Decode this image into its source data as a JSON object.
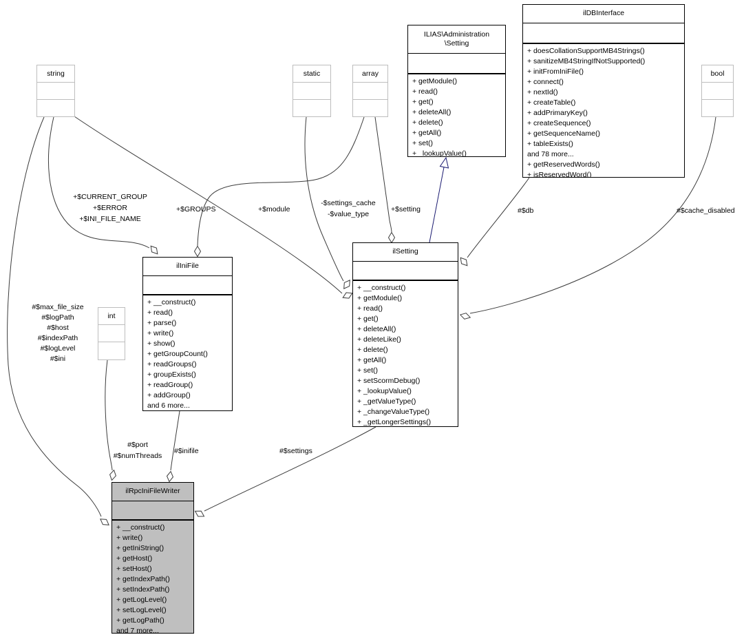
{
  "diagram": {
    "background": "#ffffff",
    "edge_color": "#3b3b3b",
    "inheritance_color": "#191970",
    "highlight_fill": "#bfbfbf",
    "primitive_border": "#bdbdbd"
  },
  "classes": {
    "admin_setting": {
      "name": "ILIAS\\Administration\n\\Setting",
      "methods": [
        "+ getModule()",
        "+ read()",
        "+ get()",
        "+ deleteAll()",
        "+ delete()",
        "+ getAll()",
        "+ set()",
        "+ _lookupValue()"
      ]
    },
    "ildbinterface": {
      "name": "ilDBInterface",
      "methods": [
        "+ doesCollationSupportMB4Strings()",
        "+ sanitizeMB4StringIfNotSupported()",
        "+ initFromIniFile()",
        "+ connect()",
        "+ nextId()",
        "+ createTable()",
        "+ addPrimaryKey()",
        "+ createSequence()",
        "+ getSequenceName()",
        "+ tableExists()",
        "and 78 more...",
        "+ getReservedWords()",
        "+ isReservedWord()"
      ]
    },
    "ilinifile": {
      "name": "ilIniFile",
      "methods": [
        "+ __construct()",
        "+ read()",
        "+ parse()",
        "+ write()",
        "+ show()",
        "+ getGroupCount()",
        "+ readGroups()",
        "+ groupExists()",
        "+ readGroup()",
        "+ addGroup()",
        "and 6 more..."
      ]
    },
    "ilsetting": {
      "name": "ilSetting",
      "methods": [
        "+ __construct()",
        "+ getModule()",
        "+ read()",
        "+ get()",
        "+ deleteAll()",
        "+ deleteLike()",
        "+ delete()",
        "+ getAll()",
        "+ set()",
        "+ setScormDebug()",
        "+ _lookupValue()",
        "+ _getValueType()",
        "+ _changeValueType()",
        "+ _getLongerSettings()"
      ]
    },
    "ilrpcinifilewriter": {
      "name": "ilRpcIniFileWriter",
      "methods": [
        "+ __construct()",
        "+ write()",
        "+ getIniString()",
        "+ getHost()",
        "+ setHost()",
        "+ getIndexPath()",
        "+ setIndexPath()",
        "+ getLogLevel()",
        "+ setLogLevel()",
        "+ getLogPath()",
        "and 7 more..."
      ]
    }
  },
  "types": {
    "string": "string",
    "static": "static",
    "array": "array",
    "bool": "bool",
    "int": "int"
  },
  "edge_labels": {
    "current_group": "+$CURRENT_GROUP\n+$ERROR\n+$INI_FILE_NAME",
    "groups": "+$GROUPS",
    "module": "+$module",
    "settings_cache": "-$settings_cache\n-$value_type",
    "setting": "+$setting",
    "db": "#$db",
    "cache_disabled": "#$cache_disabled",
    "writer_strings": "#$max_file_size\n#$logPath\n#$host\n#$indexPath\n#$logLevel\n#$ini",
    "port_threads": "#$port\n#$numThreads",
    "inifile": "#$inifile",
    "settings": "#$settings"
  }
}
